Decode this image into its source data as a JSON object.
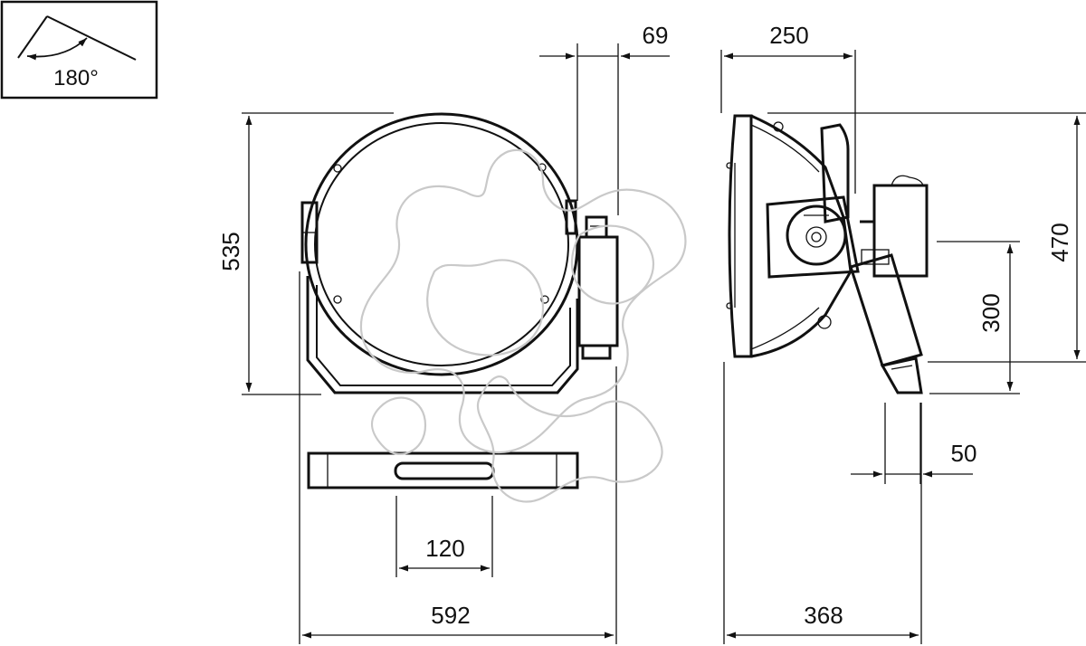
{
  "rotation_icon": {
    "label": "180°"
  },
  "dimensions": {
    "front_height": "535",
    "front_width": "592",
    "slot_width": "120",
    "bracket_offset": "69",
    "side_depth_top": "250",
    "side_height": "470",
    "side_mount_height": "300",
    "side_bracket_width": "50",
    "side_depth": "368"
  }
}
